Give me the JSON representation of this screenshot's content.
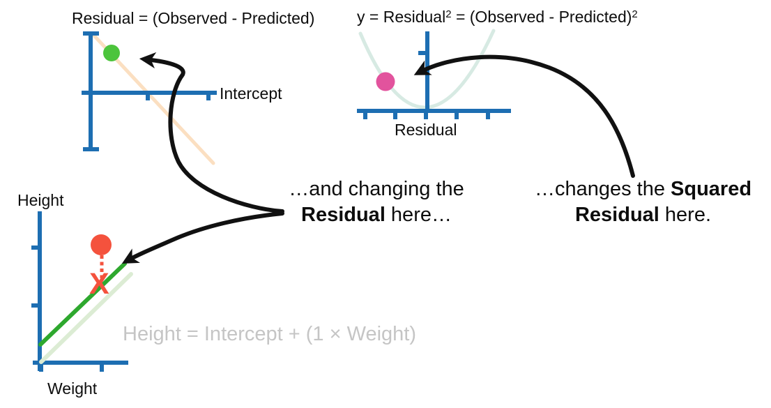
{
  "colors": {
    "axis_blue": "#1d6eb2",
    "arrow_black": "#111111",
    "peach_line": "#fbdfc1",
    "green_dot": "#4cc43c",
    "teal_curve": "#d7eae3",
    "pink_dot": "#e2539d",
    "green_line": "#2ea82e",
    "pale_green_line": "#dcecd4",
    "red_marker": "#f4523d",
    "gray_text": "#c5c5c5"
  },
  "top_left_plot": {
    "title": "Residual = (Observed - Predicted)",
    "x_axis_label": "Intercept"
  },
  "top_right_plot": {
    "title_prefix": "y = Residual",
    "title_sup1": "2",
    "title_mid": " = (Observed - Predicted)",
    "title_sup2": "2",
    "x_axis_label": "Residual"
  },
  "bottom_left_plot": {
    "y_axis_label": "Height",
    "x_axis_label": "Weight",
    "equation": "Height = Intercept + (1 × Weight)",
    "x_marker": "X"
  },
  "notes": {
    "left_line1": "…and changing the",
    "left_line2_bold": "Residual",
    "left_line2_rest": " here…",
    "right_line1_pre": "…changes the ",
    "right_line1_bold": "Squared",
    "right_line2_bold": "Residual",
    "right_line2_rest": " here."
  }
}
